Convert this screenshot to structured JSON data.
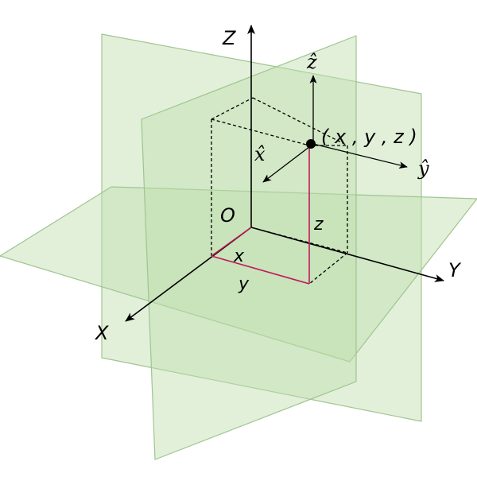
{
  "diagram": {
    "axes": {
      "x_label": "X",
      "y_label": "Y",
      "z_label": "Z"
    },
    "origin_label": "O",
    "point_label": "( x , y , z )",
    "unit_vectors": {
      "x_hat": "x̂",
      "y_hat": "ŷ",
      "z_hat": "ẑ"
    },
    "coordinate_labels": {
      "x": "x",
      "y": "y",
      "z": "z"
    },
    "colors": {
      "plane_fill": "#d4e8c8",
      "plane_stroke": "#9fc590",
      "coordinate_lines": "#c2185b",
      "axes": "#000000"
    }
  }
}
